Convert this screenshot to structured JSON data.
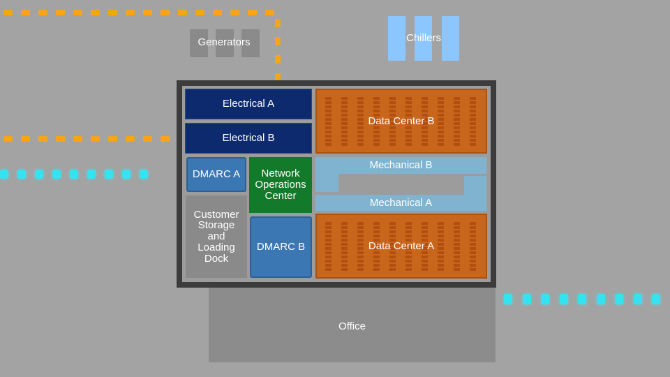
{
  "labels": {
    "generators": "Generators",
    "chillers": "Chillers",
    "electrical_a": "Electrical A",
    "electrical_b": "Electrical B",
    "data_center_b": "Data Center B",
    "data_center_a": "Data Center A",
    "dmarc_a": "DMARC A",
    "dmarc_b": "DMARC B",
    "noc_line1": "Network",
    "noc_line2": "Operations",
    "noc_line3": "Center",
    "mechanical_b": "Mechanical B",
    "mechanical_a": "Mechanical A",
    "storage_line1": "Customer",
    "storage_line2": "Storage",
    "storage_line3": "and",
    "storage_line4": "Loading",
    "storage_line5": "Dock",
    "office": "Office"
  },
  "colors": {
    "background": "#a3a3a3",
    "power_line": "#f5a516",
    "fiber_line": "#33e4f0",
    "electrical": "#0e2a6e",
    "data_center": "#c8661c",
    "dmarc": "#3a77b3",
    "noc": "#127a2a",
    "mechanical": "#7fb3cf",
    "storage": "#8a8a8a",
    "office": "#8c8c8c",
    "chillers": "#8cc6ff",
    "generators": "#8a8a8a"
  }
}
